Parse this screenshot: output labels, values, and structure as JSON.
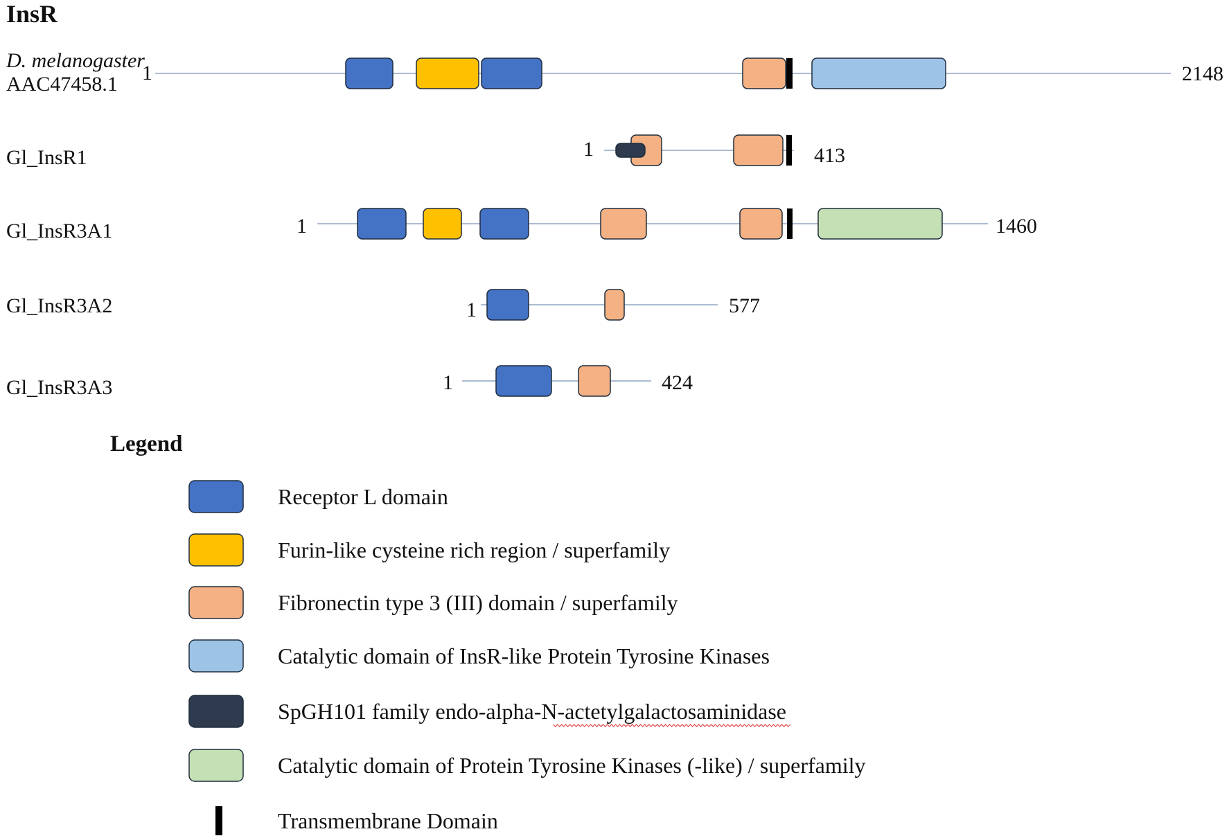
{
  "title": "InsR",
  "colors": {
    "receptor_l": "#4472c4",
    "furin": "#ffc000",
    "fibronectin": "#f4b183",
    "insr_kinase": "#9dc3e6",
    "spgh101": "#2e3a4e",
    "ptk": "#c5e0b4",
    "tm": "#000000",
    "backbone": "#8fa6c0",
    "border": "#1f2d3d"
  },
  "proteins": [
    {
      "id": "dmel",
      "label_lines": [
        "D. melanogaster",
        "AAC47458.1"
      ],
      "label_italic_first": true,
      "start": "1",
      "end": "2148",
      "domains": [
        {
          "type": "receptor_l",
          "name": "Receptor L domain"
        },
        {
          "type": "furin",
          "name": "Furin-like cysteine rich region / superfamily"
        },
        {
          "type": "receptor_l",
          "name": "Receptor L domain"
        },
        {
          "type": "fibronectin",
          "name": "Fibronectin type 3 (III) domain / superfamily"
        },
        {
          "type": "tm",
          "name": "Transmembrane Domain"
        },
        {
          "type": "insr_kinase",
          "name": "Catalytic domain of InsR-like Protein Tyrosine Kinases"
        }
      ]
    },
    {
      "id": "gl_insr1",
      "label_lines": [
        "Gl_InsR1"
      ],
      "start": "1",
      "end": "413",
      "domains": [
        {
          "type": "fibronectin",
          "name": "Fibronectin type 3 (III) domain / superfamily"
        },
        {
          "type": "spgh101",
          "name": "SpGH101 family endo-alpha-N-actetylgalactosaminidase"
        },
        {
          "type": "fibronectin",
          "name": "Fibronectin type 3 (III) domain / superfamily"
        },
        {
          "type": "tm",
          "name": "Transmembrane Domain"
        }
      ]
    },
    {
      "id": "gl_insr3a1",
      "label_lines": [
        "Gl_InsR3A1"
      ],
      "start": "1",
      "end": "1460",
      "domains": [
        {
          "type": "receptor_l",
          "name": "Receptor L domain"
        },
        {
          "type": "furin",
          "name": "Furin-like cysteine rich region / superfamily"
        },
        {
          "type": "receptor_l",
          "name": "Receptor L domain"
        },
        {
          "type": "fibronectin",
          "name": "Fibronectin type 3 (III) domain / superfamily"
        },
        {
          "type": "fibronectin",
          "name": "Fibronectin type 3 (III) domain / superfamily"
        },
        {
          "type": "tm",
          "name": "Transmembrane Domain"
        },
        {
          "type": "ptk",
          "name": "Catalytic domain of Protein Tyrosine Kinases (-like) / superfamily"
        }
      ]
    },
    {
      "id": "gl_insr3a2",
      "label_lines": [
        "Gl_InsR3A2"
      ],
      "start": "1",
      "end": "577",
      "domains": [
        {
          "type": "receptor_l",
          "name": "Receptor L domain"
        },
        {
          "type": "fibronectin",
          "name": "Fibronectin type 3 (III) domain / superfamily"
        }
      ]
    },
    {
      "id": "gl_insr3a3",
      "label_lines": [
        "Gl_InsR3A3"
      ],
      "start": "1",
      "end": "424",
      "domains": [
        {
          "type": "receptor_l",
          "name": "Receptor L domain"
        },
        {
          "type": "fibronectin",
          "name": "Fibronectin type 3 (III) domain / superfamily"
        }
      ]
    }
  ],
  "legend": {
    "title": "Legend",
    "items": [
      {
        "type": "receptor_l",
        "label": "Receptor L domain"
      },
      {
        "type": "furin",
        "label": "Furin-like cysteine rich region / superfamily"
      },
      {
        "type": "fibronectin",
        "label": "Fibronectin type 3 (III) domain / superfamily"
      },
      {
        "type": "insr_kinase",
        "label": "Catalytic domain of InsR-like Protein Tyrosine Kinases"
      },
      {
        "type": "spgh101",
        "label_prefix": "SpGH101 family endo-alpha-N-",
        "label_suffix": "actetylgalactosaminidase"
      },
      {
        "type": "ptk",
        "label": "Catalytic domain of Protein Tyrosine Kinases (-like) / superfamily"
      },
      {
        "type": "tm",
        "label": "Transmembrane Domain"
      }
    ]
  }
}
